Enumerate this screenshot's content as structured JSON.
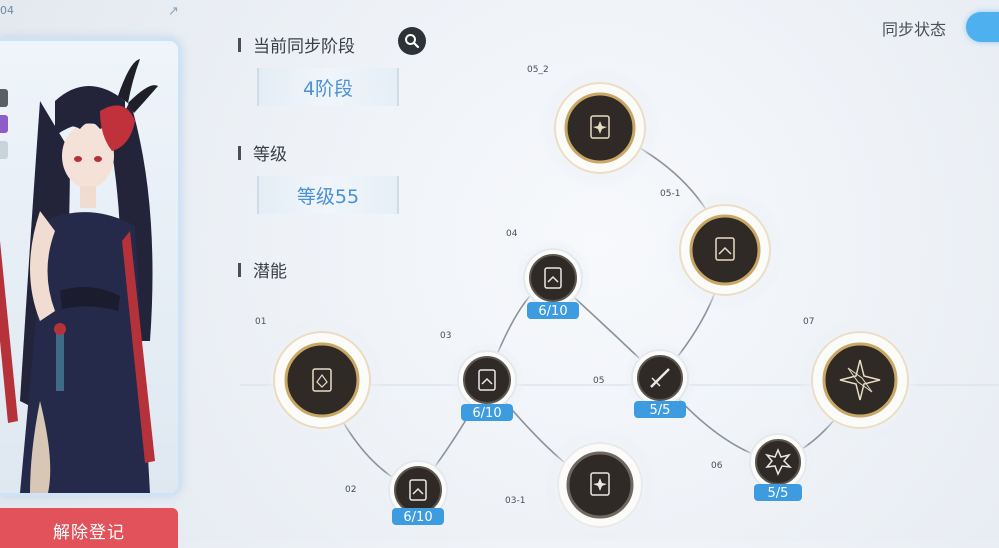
{
  "header": {
    "corner_id": "04",
    "sync_status_label": "同步状态",
    "sync_toggle_on": true
  },
  "info": {
    "current_stage_title": "当前同步阶段",
    "current_stage_value": "4阶段",
    "level_title": "等级",
    "level_value": "等级55",
    "potential_title": "潜能"
  },
  "actions": {
    "release_label": "解除登记"
  },
  "nodes": [
    {
      "id": "01",
      "label": "01",
      "icon": "card-frame-icon"
    },
    {
      "id": "02",
      "label": "02",
      "icon": "card-chevron-icon",
      "progress": "6/10"
    },
    {
      "id": "03",
      "label": "03",
      "icon": "card-chevron-icon",
      "progress": "6/10"
    },
    {
      "id": "03-1",
      "label": "03-1",
      "icon": "card-star-icon"
    },
    {
      "id": "04",
      "label": "04",
      "icon": "card-chevron-icon",
      "progress": "6/10"
    },
    {
      "id": "05",
      "label": "05",
      "icon": "sword-icon",
      "progress": "5/5"
    },
    {
      "id": "05-1",
      "label": "05-1",
      "icon": "card-chevron-icon"
    },
    {
      "id": "05_2",
      "label": "05_2",
      "icon": "card-star-icon"
    },
    {
      "id": "06",
      "label": "06",
      "icon": "burst-icon",
      "progress": "5/5"
    },
    {
      "id": "07",
      "label": "07",
      "icon": "compass-icon"
    }
  ],
  "colors": {
    "accent": "#4fb0ef",
    "value_text": "#4a90d6",
    "danger": "#e2525a",
    "node_dark": "#2f2a26",
    "node_ring_gold": "#c9a865",
    "progress_pill": "#3d9be0"
  }
}
